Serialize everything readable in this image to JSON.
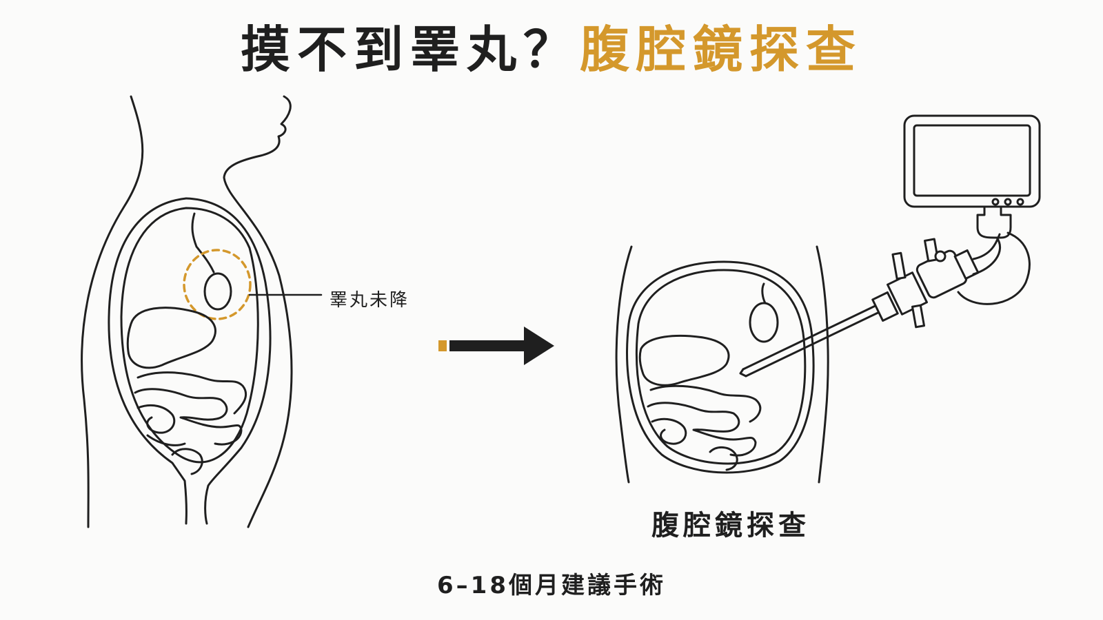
{
  "title": {
    "part1": "摸不到睪丸？",
    "part2": "腹腔鏡探查",
    "accent_color": "#d4982c"
  },
  "labels": {
    "undescended_testis": "睪丸未降",
    "laparoscopy": "腹腔鏡探查",
    "surgery_age": "6–18個月建議手術"
  },
  "colors": {
    "line": "#1f1f1f",
    "accent": "#d4982c",
    "background": "#fbfbfa"
  }
}
